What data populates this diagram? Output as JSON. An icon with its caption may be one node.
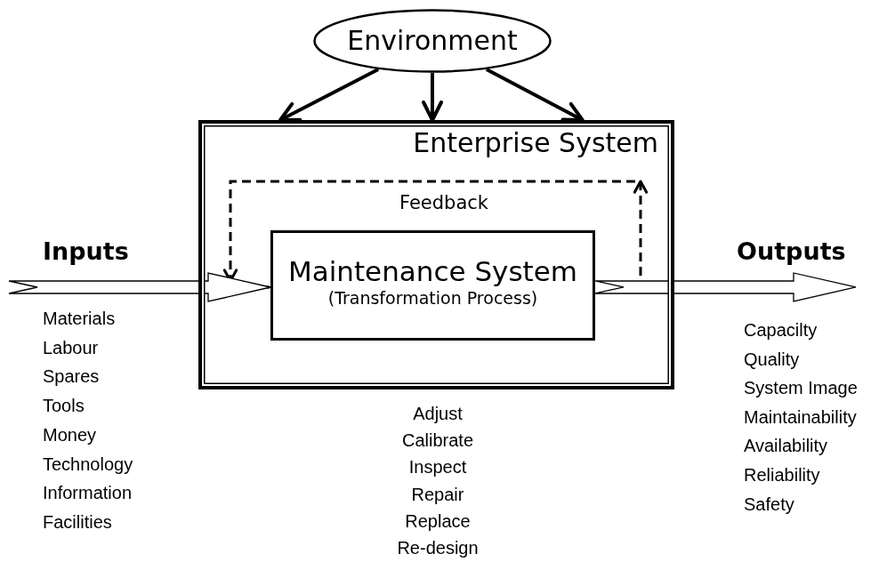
{
  "diagram": {
    "nodes": [
      {
        "text": [
          "Environment"
        ]
      },
      {
        "text": [
          "Enterprise System"
        ]
      },
      {
        "text": [
          "Maintenance System",
          "(Transformation Process)"
        ],
        "in": 1
      }
    ],
    "edges": [
      {
        "from": 0,
        "to": 1,
        "arrow": "to"
      },
      {
        "from": 0,
        "to": 1,
        "arrow": "to"
      },
      {
        "from": 0,
        "to": 1,
        "arrow": "to"
      },
      {
        "from": null,
        "to": 2,
        "arrow": "to"
      },
      {
        "from": 2,
        "to": null,
        "arrow": "to"
      },
      {
        "from": 2,
        "to": 2,
        "arrow": "to",
        "label": "Feedback",
        "style": "dashed"
      }
    ],
    "labels": [
      "Inputs",
      "Outputs",
      "Materials",
      "Labour",
      "Spares",
      "Tools",
      "Money",
      "Technology",
      "Information",
      "Facilities",
      "Adjust",
      "Calibrate",
      "Inspect",
      "Repair",
      "Replace",
      "Re-design",
      "Capacilty",
      "Quality",
      "System Image",
      "Maintainability",
      "Availability",
      "Reliability",
      "Safety"
    ]
  }
}
